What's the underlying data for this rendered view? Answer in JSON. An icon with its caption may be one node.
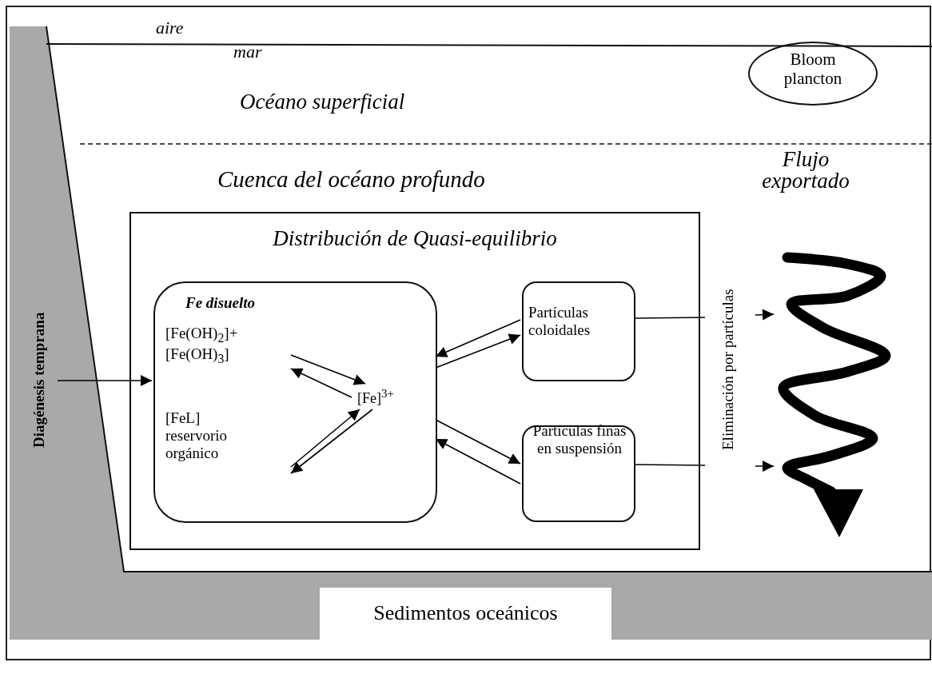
{
  "diagram": {
    "nodes": [
      {
        "text": [
          "Distribución de Quasi-equilibrio"
        ]
      },
      {
        "text": [
          "Fe disuelto"
        ],
        "in": 0
      },
      {
        "text": [
          "[Fe(OH)$_{2}$]+ [Fe(OH)$_{3}$]"
        ],
        "in": 1
      },
      {
        "text": [
          "[Fe]$^{3+}$"
        ],
        "in": 1
      },
      {
        "text": [
          "[FeL] reservorio orgánico"
        ],
        "in": 1
      },
      {
        "text": [
          "Partículas coloidales"
        ],
        "in": 0
      },
      {
        "text": [
          "Partículas finas en suspensión"
        ],
        "in": 0
      },
      {
        "text": [
          "Diagénesis temprana"
        ]
      },
      {
        "text": [
          "Bloom plancton"
        ]
      },
      {
        "text": [
          "Sedimentos oceánicos"
        ]
      }
    ],
    "edges": [
      {
        "from": 7,
        "to": 1,
        "arrow": "to"
      },
      {
        "from": 2,
        "to": 3,
        "arrow": "to"
      },
      {
        "from": 3,
        "to": 2,
        "arrow": "to"
      },
      {
        "from": 4,
        "to": 3,
        "arrow": "to"
      },
      {
        "from": 3,
        "to": 4,
        "arrow": "to"
      },
      {
        "from": 5,
        "to": 1,
        "arrow": "to"
      },
      {
        "from": 1,
        "to": 5,
        "arrow": "to"
      },
      {
        "from": 1,
        "to": 6,
        "arrow": "to"
      },
      {
        "from": 6,
        "to": 1,
        "arrow": "to"
      },
      {
        "from": 5,
        "to": null,
        "arrow": "to"
      },
      {
        "from": 6,
        "to": null,
        "arrow": "to"
      }
    ],
    "labels": [
      "aire",
      "mar",
      "Océano superficial",
      "Cuenca del océano profundo",
      "Flujo exportado",
      "Eliminación por partículas"
    ]
  }
}
